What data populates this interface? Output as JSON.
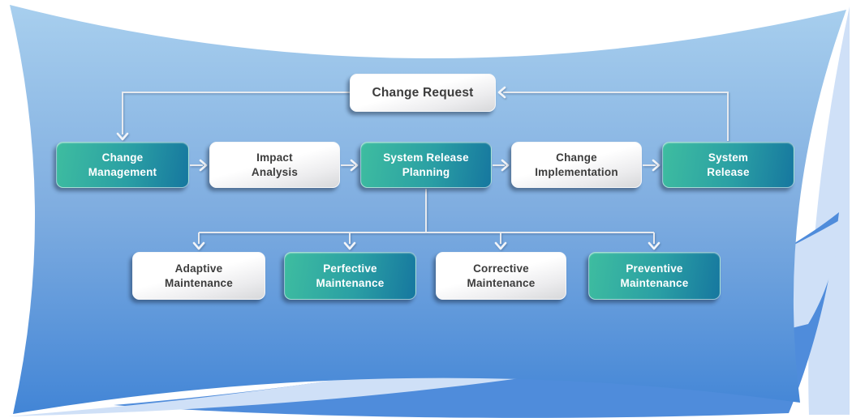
{
  "diagram": {
    "nodes": {
      "change_request": {
        "label": "Change Request",
        "variant": "light"
      },
      "change_management": {
        "label": "Change\nManagement",
        "variant": "teal"
      },
      "impact_analysis": {
        "label": "Impact\nAnalysis",
        "variant": "light"
      },
      "system_release_planning": {
        "label": "System Release\nPlanning",
        "variant": "teal"
      },
      "change_implementation": {
        "label": "Change\nImplementation",
        "variant": "light"
      },
      "system_release": {
        "label": "System\nRelease",
        "variant": "teal"
      },
      "adaptive_maintenance": {
        "label": "Adaptive\nMaintenance",
        "variant": "light"
      },
      "perfective_maintenance": {
        "label": "Perfective\nMaintenance",
        "variant": "teal"
      },
      "corrective_maintenance": {
        "label": "Corrective\nMaintenance",
        "variant": "light"
      },
      "preventive_maintenance": {
        "label": "Preventive\nMaintenance",
        "variant": "teal"
      }
    },
    "edges": [
      {
        "from": "change_request",
        "to": "change_management"
      },
      {
        "from": "change_management",
        "to": "impact_analysis"
      },
      {
        "from": "impact_analysis",
        "to": "system_release_planning"
      },
      {
        "from": "system_release_planning",
        "to": "change_implementation"
      },
      {
        "from": "change_implementation",
        "to": "system_release"
      },
      {
        "from": "system_release",
        "to": "change_request"
      },
      {
        "from": "system_release_planning",
        "to": "adaptive_maintenance"
      },
      {
        "from": "system_release_planning",
        "to": "perfective_maintenance"
      },
      {
        "from": "system_release_planning",
        "to": "corrective_maintenance"
      },
      {
        "from": "system_release_planning",
        "to": "preventive_maintenance"
      }
    ],
    "colors": {
      "teal_gradient_start": "#3ebda0",
      "teal_gradient_end": "#16779f",
      "light_box_top": "#ffffff",
      "light_box_bottom": "#d7d8da",
      "banner_top": "#a8cfee",
      "banner_mid": "#7fade0",
      "banner_bottom": "#4285d6",
      "swoosh_pale": "#cfe0f7",
      "swoosh_blue": "#4f8cdb",
      "connector": "#e7eaef",
      "dark_text": "#3c3c3c"
    }
  }
}
